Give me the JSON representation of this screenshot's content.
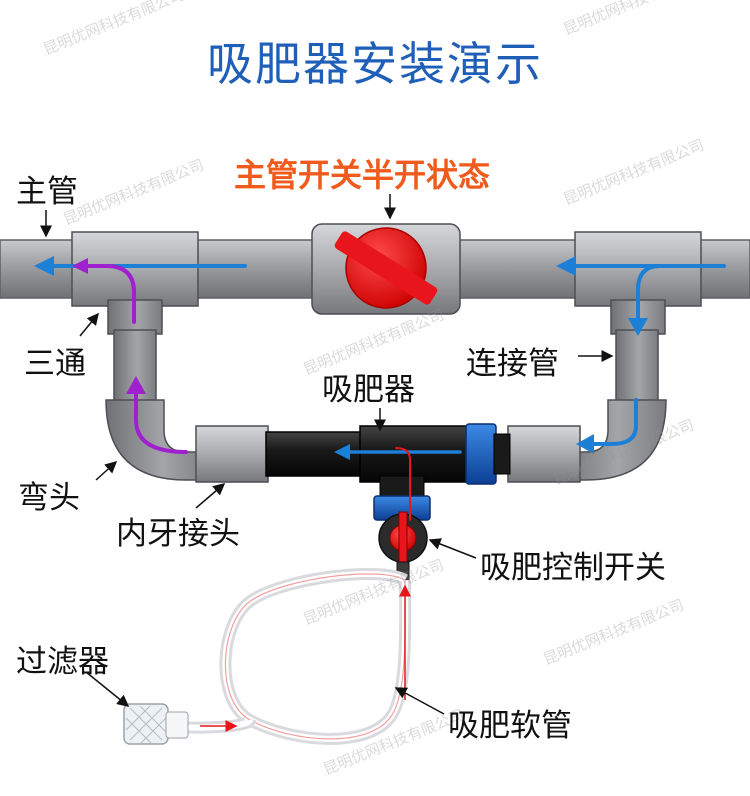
{
  "title": "吸肥器安装演示",
  "status_label": "主管开关半开状态",
  "labels": {
    "main_pipe": "主管",
    "tee": "三通",
    "elbow": "弯头",
    "female_adapter": "内牙接头",
    "injector": "吸肥器",
    "connector_pipe": "连接管",
    "control_switch": "吸肥控制开关",
    "filter": "过滤器",
    "suction_hose": "吸肥软管"
  },
  "watermark": "昆明优网科技有限公司",
  "colors": {
    "title": "#1f5fb8",
    "status": "#f05a1a",
    "pipe": "#9a9ca0",
    "flow_blue": "#1e7fd6",
    "flow_purple": "#a020d0",
    "valve_red": "#e8161c",
    "injector_body": "#222222",
    "fitting_blue": "#1b62c6"
  }
}
